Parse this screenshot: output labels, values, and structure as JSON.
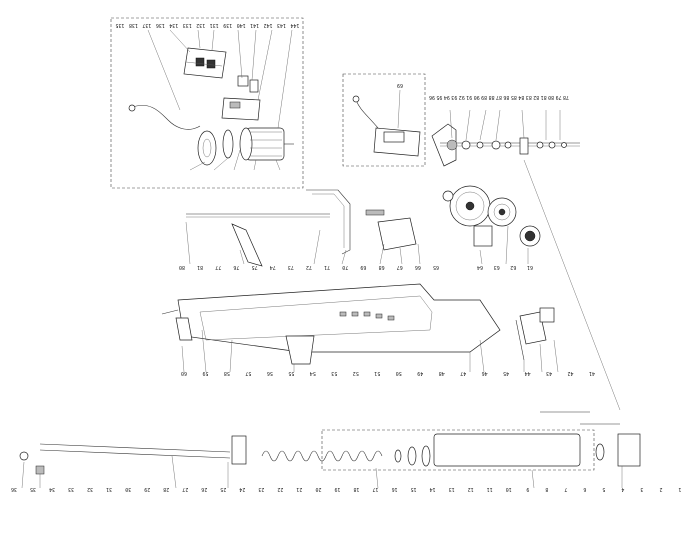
{
  "diagram": {
    "labels": {
      "box_a": [
        "135",
        "138",
        "137",
        "136",
        "134",
        "133",
        "132",
        "131",
        "139",
        "140",
        "141",
        "142",
        "143",
        "144"
      ],
      "box_b": [
        "69"
      ],
      "right_top": [
        "96",
        "95",
        "94",
        "93",
        "92",
        "91",
        "90",
        "89",
        "88",
        "87",
        "86",
        "85",
        "84",
        "83",
        "82",
        "81",
        "80",
        "79",
        "78"
      ],
      "pulleys": [
        "64",
        "63",
        "62",
        "61"
      ],
      "row_upper": [
        "80",
        "81",
        "77",
        "76",
        "75",
        "74",
        "73",
        "72",
        "71",
        "70",
        "69",
        "68",
        "67",
        "66",
        "65"
      ],
      "row_middle": [
        "60",
        "59",
        "58",
        "57",
        "56",
        "55",
        "54",
        "53",
        "52",
        "51",
        "50",
        "49",
        "48",
        "47",
        "46",
        "45",
        "44",
        "43",
        "42",
        "41"
      ],
      "row_lower": [
        "36",
        "35",
        "34",
        "33",
        "32",
        "31",
        "30",
        "29",
        "28",
        "27",
        "26",
        "25",
        "24",
        "23",
        "22",
        "21",
        "20",
        "19",
        "18",
        "17",
        "16",
        "15",
        "14",
        "13",
        "12",
        "11",
        "10",
        "9",
        "8",
        "7",
        "6",
        "5",
        "4",
        "3",
        "2",
        "1"
      ]
    }
  }
}
